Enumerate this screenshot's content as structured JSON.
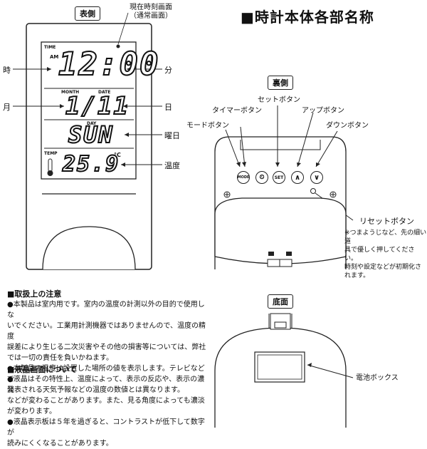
{
  "title": "■時計本体各部名称",
  "front": {
    "label": "表側",
    "current_time_label_line1": "現在時刻画面",
    "current_time_label_line2": "（通常画面）",
    "lcd": {
      "time_caption": "TIME",
      "ampm": "AM",
      "time": "12:00",
      "month_caption": "MONTH",
      "date_caption": "DATE",
      "date": "1/11",
      "day_caption": "DAY",
      "day": "SUN",
      "temp_caption": "TEMP",
      "temp": "25.9",
      "temp_unit": "°C"
    },
    "callouts": {
      "hour": "時",
      "minute": "分",
      "month": "月",
      "day": "日",
      "weekday": "曜日",
      "temperature": "温度"
    }
  },
  "back": {
    "label": "裏側",
    "buttons": {
      "set": "セットボタン",
      "timer": "タイマーボタン",
      "up": "アップボタン",
      "mode": "モードボタン",
      "down": "ダウンボタン",
      "reset": "リセットボタン"
    },
    "button_glyphs": {
      "mode": "MODE",
      "timer": "⏲",
      "set": "SET",
      "up": "∧",
      "down": "∨"
    },
    "reset_note": [
      "※つまようじなど、先の細い道",
      "具で優しく押してください。",
      "時刻や設定などが初期化さ",
      "れます。"
    ]
  },
  "bottom": {
    "label": "底面",
    "battery_box": "電池ボックス"
  },
  "handling": {
    "title": "■取扱上の注意",
    "lines": [
      "●本製品は室内用です。室内の温度の計測以外の目的で使用しな",
      "いでください。工業用計測機器ではありませんので、温度の精度",
      "誤差により生じる二次災害やその他の損害等については、弊社",
      "では一切の責任を負いかねます。",
      "●本製品の温度は設置した場所の値を表示します。テレビなどで",
      "発表される天気予報などの温度の数値とは異なります。"
    ]
  },
  "lcd_notes": {
    "title": "■液晶画面について",
    "lines": [
      "●液晶はその特性上、温度によって、表示の反応や、表示の濃淡",
      "などが変わることがあります。また、見る角度によっても濃淡",
      "が変わります。",
      "●液晶表示板は５年を過ぎると、コントラストが低下して数字が",
      "読みにくくなることがあります。"
    ]
  }
}
